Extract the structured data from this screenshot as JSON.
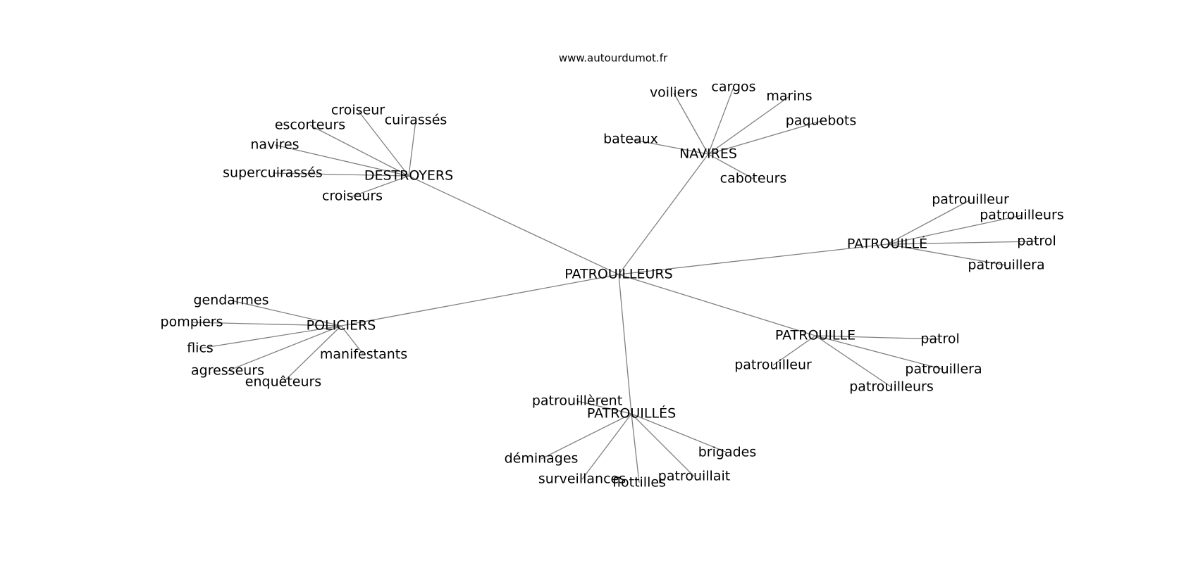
{
  "watermark": "www.autourdumot.fr",
  "colors": {
    "edge": "#808080",
    "text": "#000000",
    "background": "#ffffff"
  },
  "graph": {
    "center": "PATROUILLEURS",
    "clusters": [
      {
        "hub": "DESTROYERS",
        "leaves": [
          "croiseur",
          "cuirassés",
          "escorteurs",
          "navires",
          "supercuirassés",
          "croiseurs"
        ]
      },
      {
        "hub": "NAVIRES",
        "leaves": [
          "voiliers",
          "cargos",
          "marins",
          "paquebots",
          "bateaux",
          "caboteurs"
        ]
      },
      {
        "hub": "PATROUILLÉ",
        "leaves": [
          "patrouilleur",
          "patrouilleurs",
          "patrol",
          "patrouillera"
        ]
      },
      {
        "hub": "POLICIERS",
        "leaves": [
          "gendarmes",
          "pompiers",
          "flics",
          "agresseurs",
          "enquêteurs",
          "manifestants"
        ]
      },
      {
        "hub": "PATROUILLE",
        "leaves": [
          "patrol",
          "patrouilleur",
          "patrouillera",
          "patrouilleurs"
        ]
      },
      {
        "hub": "PATROUILLÉS",
        "leaves": [
          "patrouillèrent",
          "déminages",
          "surveillances",
          "flottilles",
          "patrouillait",
          "brigades"
        ]
      }
    ]
  }
}
